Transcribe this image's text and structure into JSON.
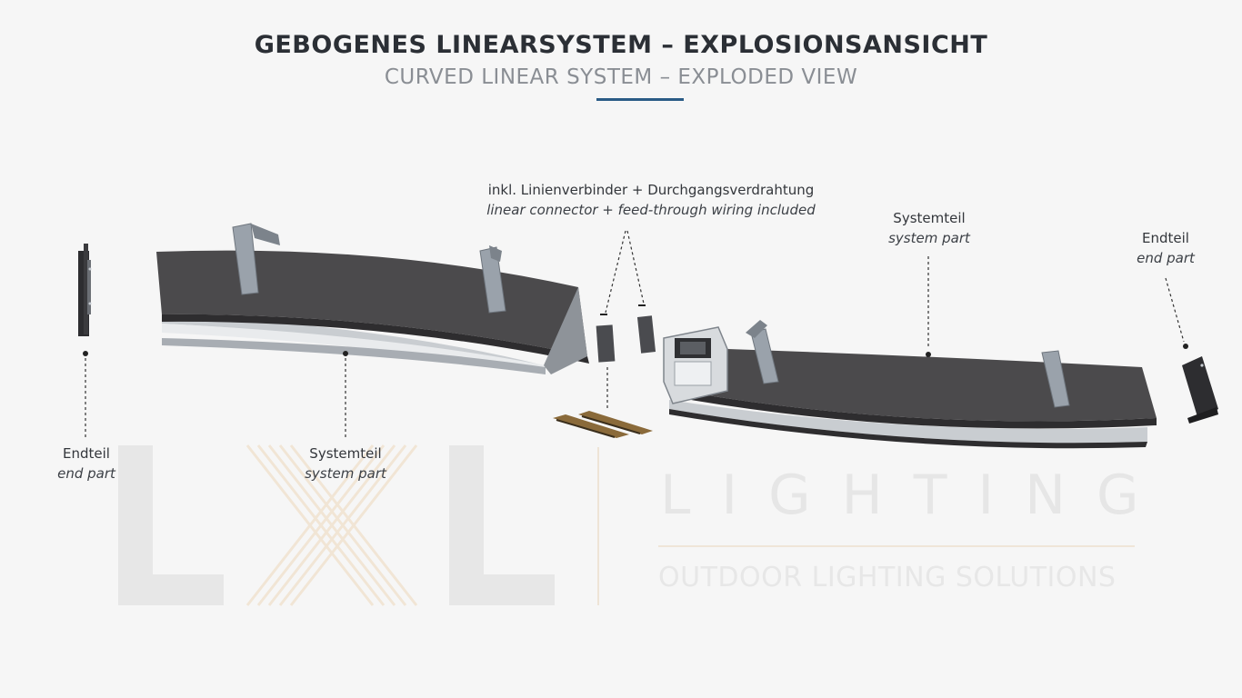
{
  "header": {
    "title": "GEBOGENES LINEARSYSTEM – EXPLOSIONSANSICHT",
    "subtitle": "CURVED LINEAR SYSTEM – EXPLODED VIEW",
    "accent_color": "#2a5b86"
  },
  "labels": {
    "end_left": {
      "de": "Endteil",
      "en": "end part"
    },
    "system_left": {
      "de": "Systemteil",
      "en": "system part"
    },
    "connector": {
      "de": "inkl. Linienverbinder + Durchgangsverdrahtung",
      "en": "linear connector + feed-through wiring included"
    },
    "system_right": {
      "de": "Systemteil",
      "en": "system part"
    },
    "end_right": {
      "de": "Endteil",
      "en": "end part"
    }
  },
  "watermark": {
    "brand": "LXL",
    "line1": "LIGHTING",
    "line2": "OUTDOOR LIGHTING SOLUTIONS"
  },
  "colors": {
    "background": "#f6f6f6",
    "profile_top": "#4b4a4c",
    "profile_edge": "#2e2d2f",
    "aluminium": "#c9cdd1",
    "bracket": "#9aa2ab",
    "pcb": "#8a6a3a",
    "watermark": "#e6e6e6",
    "watermark_accent": "#f0e2cf"
  }
}
